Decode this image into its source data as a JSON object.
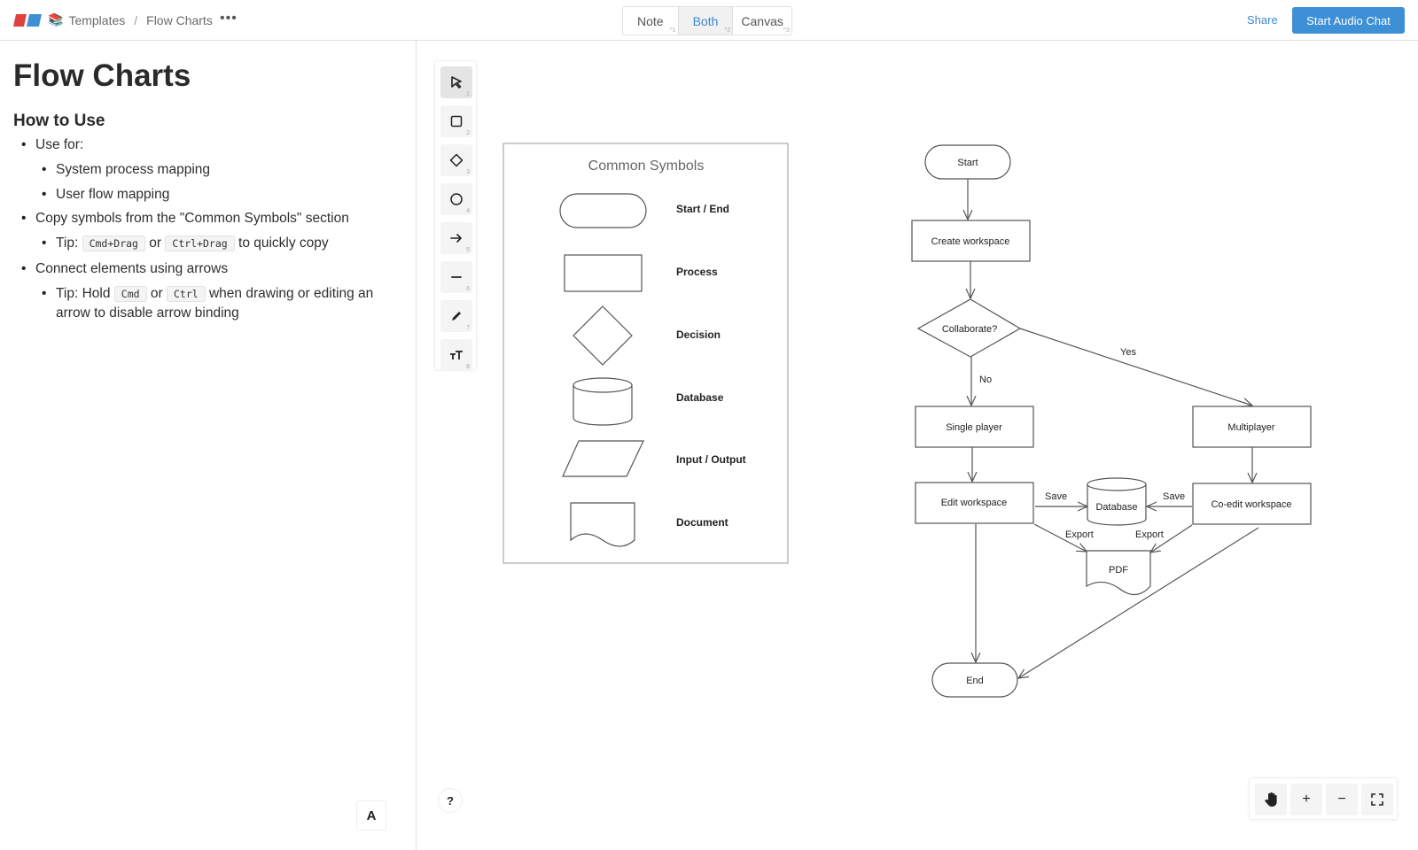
{
  "header": {
    "breadcrumb": [
      {
        "icon": "books-icon",
        "emoji": "📚",
        "label": "Templates"
      },
      {
        "label": "Flow Charts"
      }
    ],
    "breadcrumb_separator": "/",
    "more_label": "•••",
    "view_modes": [
      {
        "label": "Note",
        "shortcut": "^1",
        "active": false
      },
      {
        "label": "Both",
        "shortcut": "^2",
        "active": true
      },
      {
        "label": "Canvas",
        "shortcut": "^3",
        "active": false
      }
    ],
    "share_label": "Share",
    "audio_chat_label": "Start Audio Chat",
    "accent_color": "#3d8fd6"
  },
  "note": {
    "title": "Flow Charts",
    "section_heading": "How to Use",
    "bullets": {
      "use_for": "Use for:",
      "system_mapping": "System process mapping",
      "user_flow": "User flow mapping",
      "copy_symbols": "Copy symbols from the \"Common Symbols\" section",
      "tip1_prefix": "Tip:",
      "tip1_key1": "Cmd+Drag",
      "tip1_or": "or",
      "tip1_key2": "Ctrl+Drag",
      "tip1_suffix": "to quickly copy",
      "connect": "Connect elements using arrows",
      "tip2_prefix": "Tip: Hold",
      "tip2_key1": "Cmd",
      "tip2_or": "or",
      "tip2_key2": "Ctrl",
      "tip2_suffix": "when drawing or editing an",
      "tip2_line2": "arrow to disable arrow binding"
    },
    "font_button_label": "A"
  },
  "canvas": {
    "tools": [
      {
        "name": "select",
        "shortcut": "1",
        "active": true
      },
      {
        "name": "rectangle",
        "shortcut": "2"
      },
      {
        "name": "diamond",
        "shortcut": "3"
      },
      {
        "name": "ellipse",
        "shortcut": "4"
      },
      {
        "name": "arrow",
        "shortcut": "5"
      },
      {
        "name": "line",
        "shortcut": "6"
      },
      {
        "name": "pencil",
        "shortcut": "7"
      },
      {
        "name": "text",
        "shortcut": "8"
      }
    ],
    "help_label": "?",
    "zoom_controls": {
      "hand": "hand-icon",
      "zoom_in": "+",
      "zoom_out": "−",
      "fit": "fit-icon"
    },
    "symbols_panel": {
      "title": "Common Symbols",
      "items": [
        "Start / End",
        "Process",
        "Decision",
        "Database",
        "Input / Output",
        "Document"
      ]
    },
    "flowchart": {
      "nodes": {
        "start": "Start",
        "create": "Create workspace",
        "collaborate": "Collaborate?",
        "single": "Single player",
        "multi": "Multiplayer",
        "edit": "Edit workspace",
        "database": "Database",
        "coedit": "Co-edit workspace",
        "pdf": "PDF",
        "end": "End"
      },
      "edge_labels": {
        "no": "No",
        "yes": "Yes",
        "save_left": "Save",
        "save_right": "Save",
        "export_left": "Export",
        "export_right": "Export"
      }
    }
  }
}
